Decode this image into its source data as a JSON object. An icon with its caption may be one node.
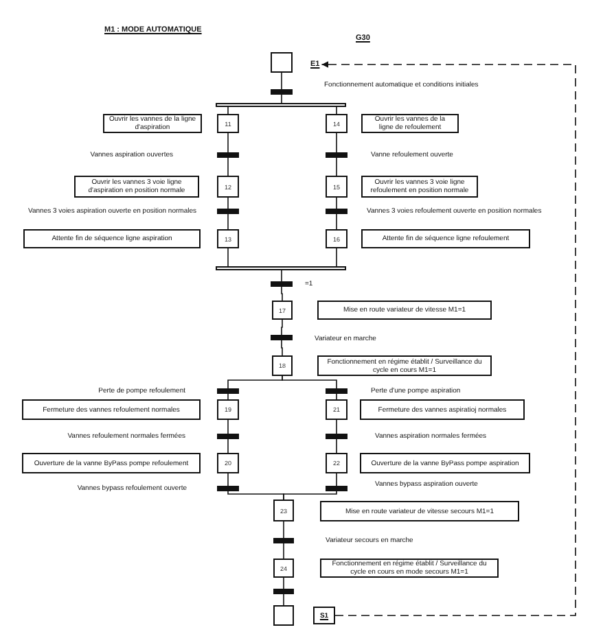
{
  "diagram": {
    "title": "M1 : MODE AUTOMATIQUE",
    "nodes": [
      {
        "text": [],
        "shape": "box"
      },
      {
        "text": [
          "E1"
        ]
      },
      {
        "text": [],
        "shape": "bar"
      },
      {
        "text": [],
        "shape": "bar"
      },
      {
        "text": [
          "Ouvrir les vannes de la ligne d'aspiration"
        ]
      },
      {
        "text": [
          "11"
        ]
      },
      {
        "text": [
          "14"
        ]
      },
      {
        "text": [
          "Ouvrir les vannes de la ligne de refoulement"
        ]
      },
      {
        "text": [],
        "shape": "bar"
      },
      {
        "text": [],
        "shape": "bar",
        "beside": [
          "Vanne refoulement ouverte"
        ]
      },
      {
        "text": [
          "Ouvrir les vannes 3 voie ligne d'aspiration en position normale"
        ]
      },
      {
        "text": [
          "12"
        ]
      },
      {
        "text": [
          "15"
        ]
      },
      {
        "text": [
          "Ouvrir les vannes 3 voie ligne refoulement en position normale"
        ]
      },
      {
        "text": [],
        "shape": "bar"
      },
      {
        "text": [],
        "shape": "bar"
      },
      {
        "text": [
          "Attente fin de séquence ligne aspiration"
        ]
      },
      {
        "text": [
          "13"
        ]
      },
      {
        "text": [
          "16"
        ]
      },
      {
        "text": [
          "Attente fin de séquence ligne refoulement"
        ]
      },
      {
        "text": [],
        "shape": "bar"
      },
      {
        "text": [],
        "shape": "bar",
        "beside": [
          "=1"
        ]
      },
      {
        "text": [
          "17"
        ]
      },
      {
        "text": [
          "Mise en route variateur de vitesse M1=1"
        ]
      },
      {
        "text": [],
        "shape": "bar",
        "beside": [
          "Variateur en marche"
        ]
      },
      {
        "text": [
          "18"
        ]
      },
      {
        "text": [
          "Fonctionnement en régime établit / Surveillance du cycle en cours M1=1"
        ]
      },
      {
        "text": [],
        "shape": "bar"
      },
      {
        "text": [],
        "shape": "bar"
      },
      {
        "text": [
          "Fermeture des vannes refoulement normales"
        ]
      },
      {
        "text": [
          "19"
        ]
      },
      {
        "text": [
          "21"
        ]
      },
      {
        "text": [
          "Fermeture des vannes aspiratioj normales"
        ]
      },
      {
        "text": [],
        "shape": "bar"
      },
      {
        "text": [],
        "shape": "bar"
      },
      {
        "text": [
          "Ouverture de la vanne ByPass pompe refoulement"
        ]
      },
      {
        "text": [
          "20"
        ]
      },
      {
        "text": [
          "22"
        ]
      },
      {
        "text": [
          "Ouverture de la vanne ByPass pompe aspiration"
        ]
      },
      {
        "text": [],
        "shape": "bar"
      },
      {
        "text": [],
        "shape": "bar"
      },
      {
        "text": [
          "23"
        ]
      },
      {
        "text": [
          "Mise en route variateur de vitesse secours M1=1"
        ]
      },
      {
        "text": [],
        "shape": "bar"
      },
      {
        "text": [
          "24"
        ]
      },
      {
        "text": [
          "Fonctionnement en régime établit / Surveillance du cycle en cours en mode secours M1=1"
        ]
      },
      {
        "text": [],
        "shape": "bar"
      },
      {
        "text": [],
        "shape": "box"
      },
      {
        "text": [
          "S1"
        ]
      }
    ],
    "edges": [
      {
        "from": 0,
        "to": 2,
        "arrow": "none"
      },
      {
        "from": 2,
        "to": 3,
        "arrow": "none"
      },
      {
        "from": 3,
        "to": 5,
        "arrow": "none"
      },
      {
        "from": 3,
        "to": 6,
        "arrow": "none"
      },
      {
        "from": 5,
        "to": 8,
        "arrow": "none"
      },
      {
        "from": 6,
        "to": 9,
        "arrow": "none"
      },
      {
        "from": 8,
        "to": 11,
        "arrow": "none"
      },
      {
        "from": 9,
        "to": 12,
        "arrow": "none"
      },
      {
        "from": 11,
        "to": 14,
        "arrow": "none"
      },
      {
        "from": 12,
        "to": 15,
        "arrow": "none"
      },
      {
        "from": 14,
        "to": 17,
        "arrow": "none"
      },
      {
        "from": 15,
        "to": 18,
        "arrow": "none"
      },
      {
        "from": 17,
        "to": 20,
        "arrow": "none"
      },
      {
        "from": 18,
        "to": 20,
        "arrow": "none"
      },
      {
        "from": 20,
        "to": 21,
        "arrow": "none"
      },
      {
        "from": 21,
        "to": 22,
        "arrow": "none"
      },
      {
        "from": 22,
        "to": 24,
        "arrow": "none"
      },
      {
        "from": 24,
        "to": 25,
        "arrow": "none"
      },
      {
        "from": 25,
        "to": 27,
        "arrow": "none"
      },
      {
        "from": 25,
        "to": 28,
        "arrow": "none"
      },
      {
        "from": 27,
        "to": 30,
        "arrow": "none"
      },
      {
        "from": 28,
        "to": 31,
        "arrow": "none"
      },
      {
        "from": 30,
        "to": 33,
        "arrow": "none"
      },
      {
        "from": 31,
        "to": 34,
        "arrow": "none"
      },
      {
        "from": 33,
        "to": 36,
        "arrow": "none"
      },
      {
        "from": 34,
        "to": 37,
        "arrow": "none"
      },
      {
        "from": 36,
        "to": 39,
        "arrow": "none"
      },
      {
        "from": 37,
        "to": 40,
        "arrow": "none"
      },
      {
        "from": 39,
        "to": 41,
        "arrow": "none"
      },
      {
        "from": 40,
        "to": 41,
        "arrow": "none"
      },
      {
        "from": 41,
        "to": 43,
        "arrow": "none"
      },
      {
        "from": 43,
        "to": 44,
        "arrow": "none"
      },
      {
        "from": 44,
        "to": 46,
        "arrow": "none"
      },
      {
        "from": 46,
        "to": 47,
        "arrow": "none"
      },
      {
        "from": 48,
        "to": 1,
        "arrow": "to",
        "style": "dashed"
      }
    ],
    "labels": [
      "G30",
      "Fonctionnement automatique et conditions initiales",
      "Vannes aspiration ouvertes",
      "Vannes 3 voies aspiration ouverte en position normales",
      "Vannes 3 voies refoulement ouverte en position normales",
      "Perte de pompe refoulement",
      "Perte d'une pompe aspiration",
      "Vannes refoulement normales fermées",
      "Vannes aspiration normales fermées",
      "Vannes bypass refoulement ouverte",
      "Vannes bypass aspiration ouverte",
      "Variateur secours en marche"
    ]
  }
}
